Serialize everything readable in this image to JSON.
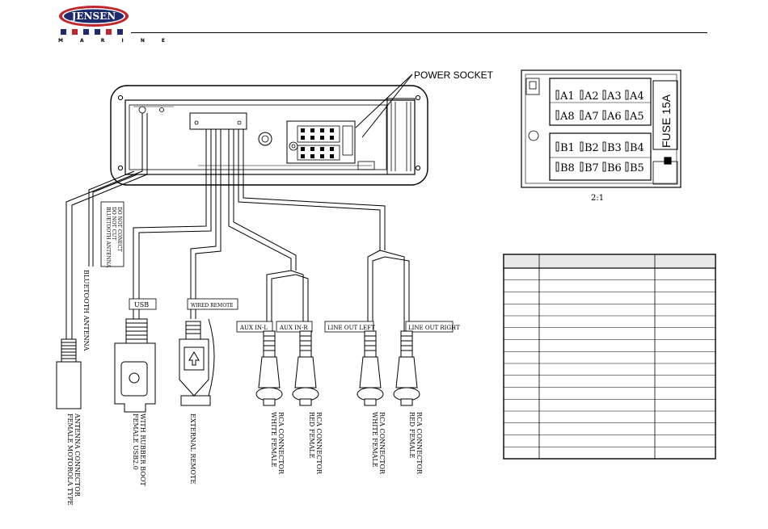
{
  "brand": {
    "name": "JENSEN",
    "subtitle": "M A R I N E",
    "colors": {
      "red": "#c0262c",
      "navy": "#1d2a6b"
    }
  },
  "header_squares": [
    {
      "color": "#1d2a6b"
    },
    {
      "color": "#c0262c"
    },
    {
      "color": "#1d2a6b"
    },
    {
      "color": "#1d2a6b"
    },
    {
      "color": "#c0262c"
    },
    {
      "color": "#1d2a6b"
    }
  ],
  "wiring": {
    "power_socket_label": "POWER SOCKET",
    "bluetooth_note_lines": [
      "BLUETOOTH ANTENNA",
      "DO NOT CUT",
      "DO NOT CONECT"
    ],
    "bluetooth_label": "BLUETOOTH ANTENNA",
    "tags": {
      "usb": "USB",
      "wired_remote": "WIRED REMOTE",
      "aux_l": "AUX IN-L",
      "aux_r": "AUX IN-R",
      "line_out_left": "LINE OUT LEFT",
      "line_out_right": "LINE OUT RIGHT"
    },
    "captions": {
      "antenna": [
        "FEMALE MOTOROLA TYPE",
        "ANTENNA CONNECTOR"
      ],
      "usb": [
        "FEMALE USB2.0",
        "WITH RUBBER BOOT"
      ],
      "remote": [
        "EXTERNAL REMOTE"
      ],
      "aux_white": [
        "WHITE FEMALE",
        "RCA CONNECTOR"
      ],
      "aux_red": [
        "RED FEMALE",
        "RCA CONNECTOR"
      ],
      "out_white": [
        "WHITE FEMALE",
        "RCA CONNECTOR"
      ],
      "out_red": [
        "RED FEMALE",
        "RCA CONNECTOR"
      ]
    }
  },
  "connector_face": {
    "row_a_top": [
      "A1",
      "A2",
      "A3",
      "A4"
    ],
    "row_a_bottom": [
      "A8",
      "A7",
      "A6",
      "A5"
    ],
    "row_b_top": [
      "B1",
      "B2",
      "B3",
      "B4"
    ],
    "row_b_bottom": [
      "B8",
      "B7",
      "B6",
      "B5"
    ],
    "fuse_label": "FUSE 15A",
    "scale_label": "2:1"
  },
  "pin_table": {
    "row_count": 16
  }
}
